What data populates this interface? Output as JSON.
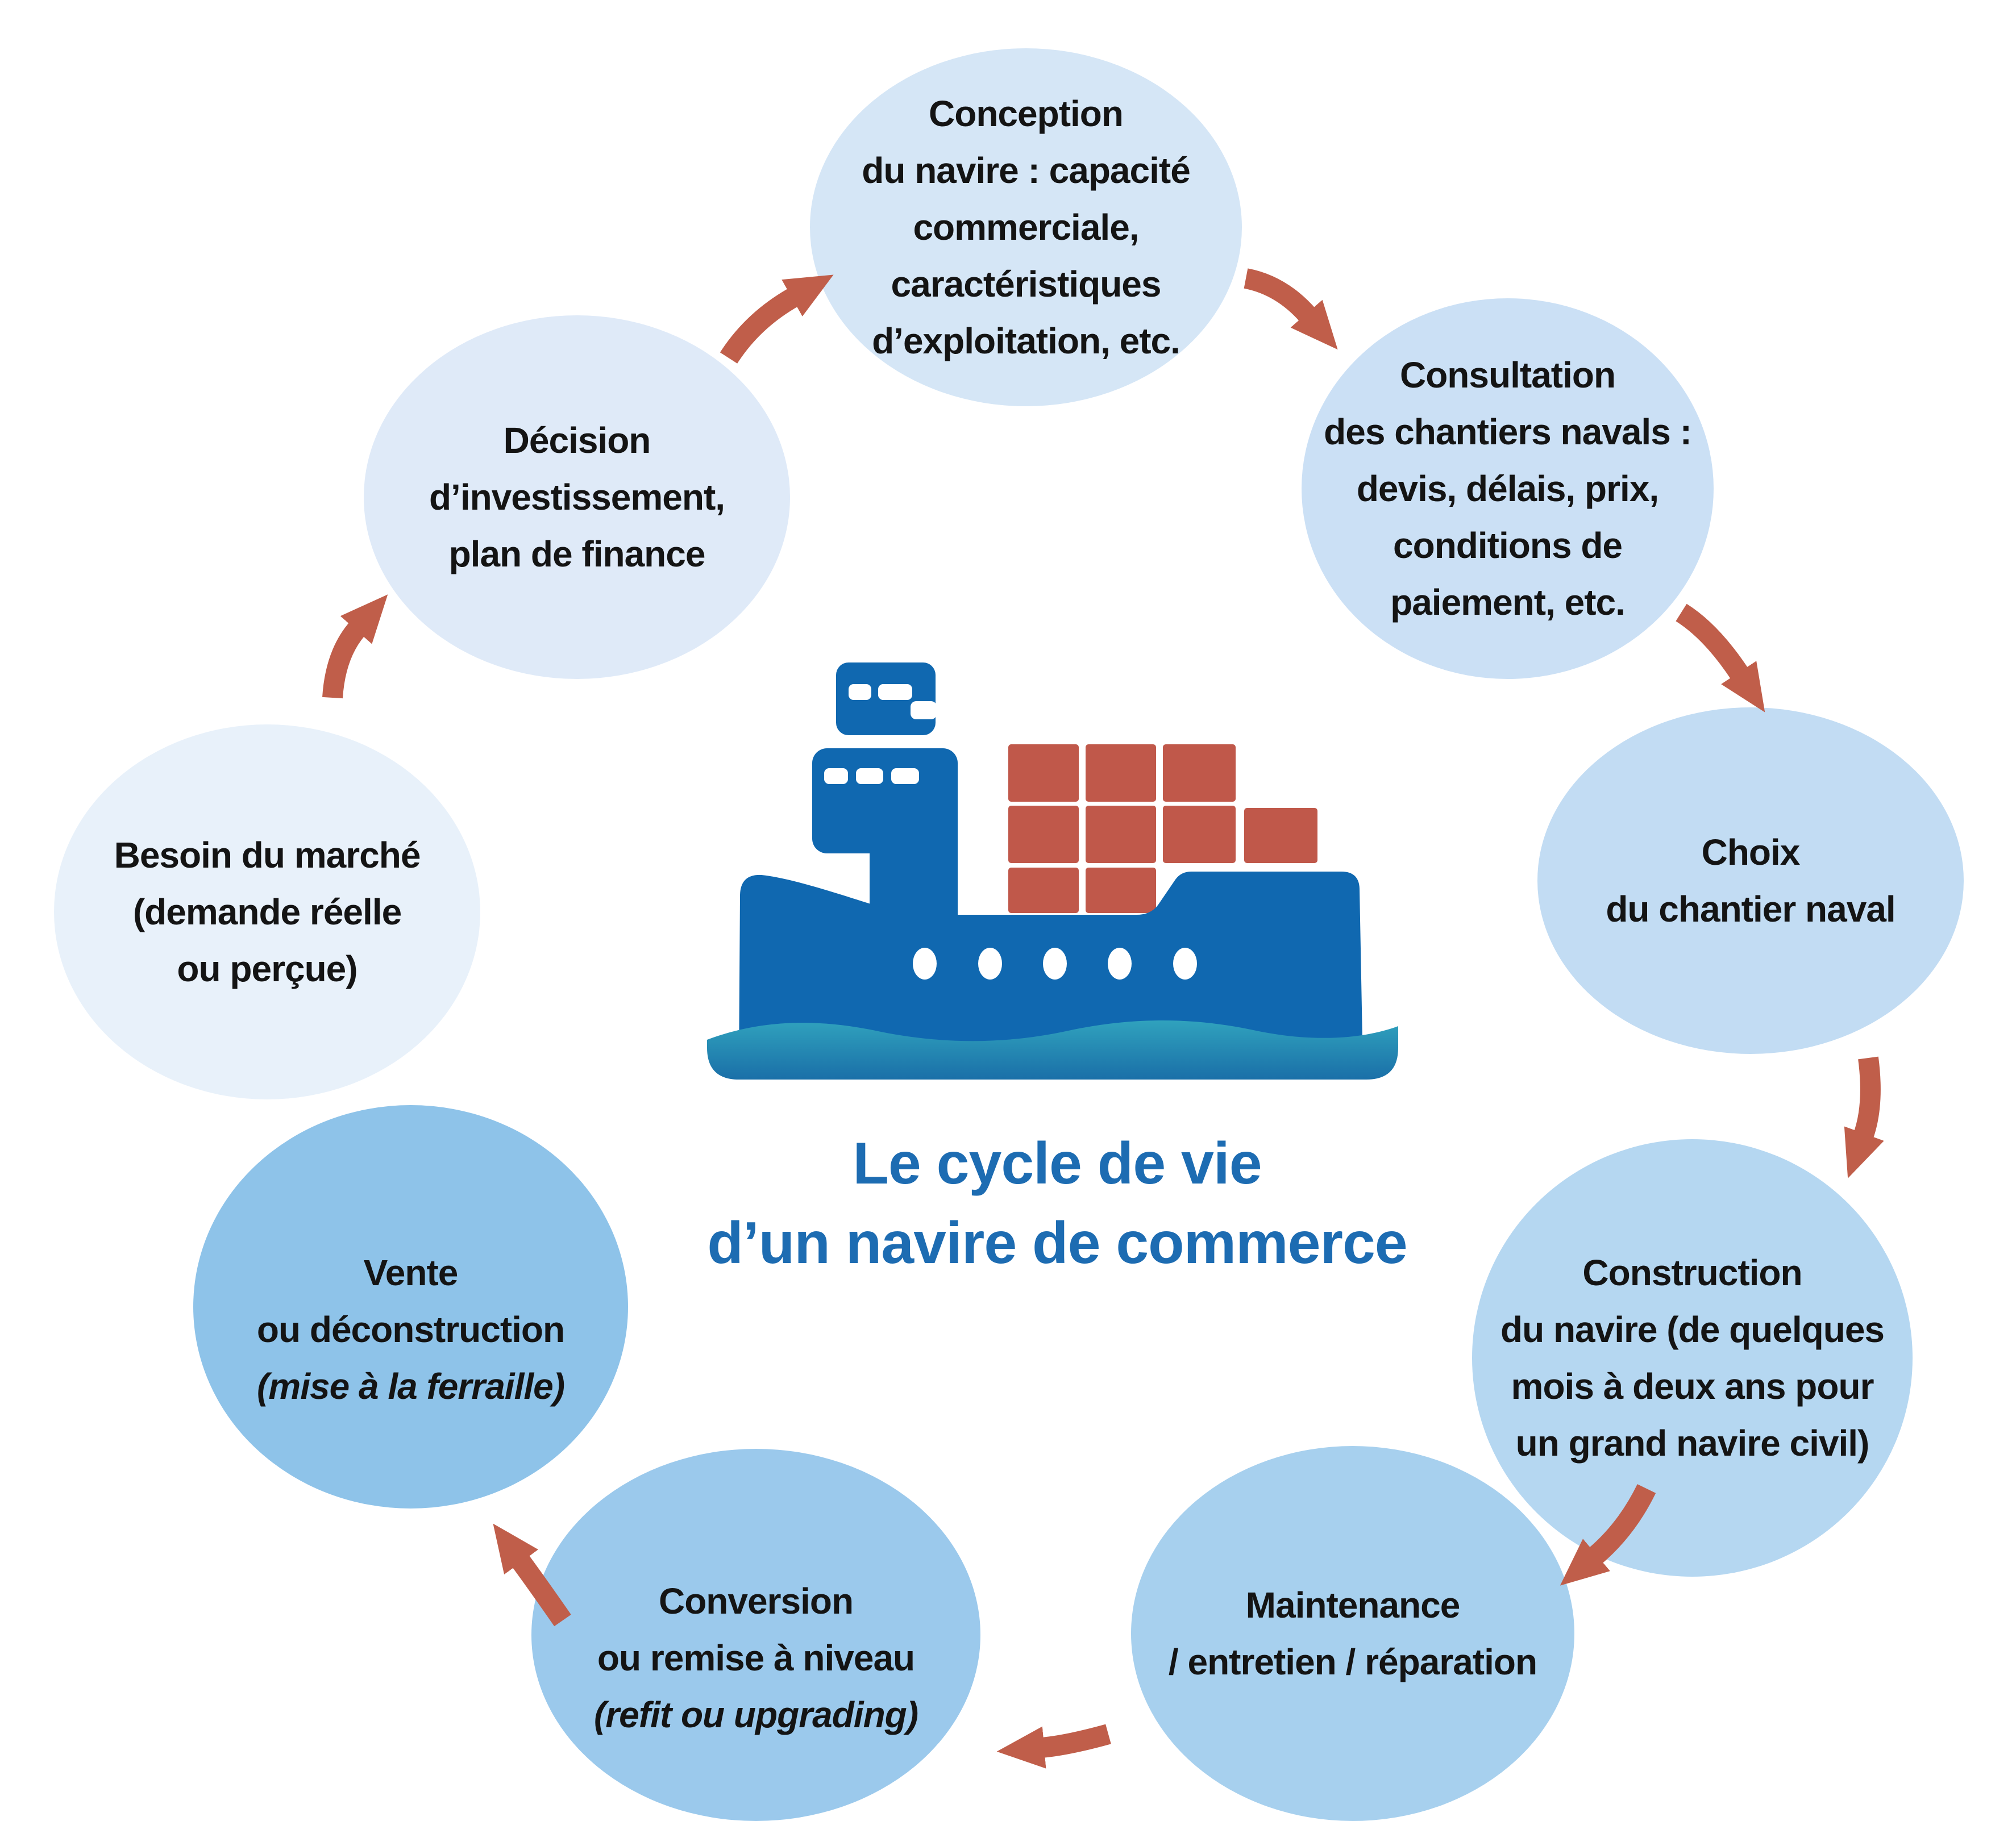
{
  "title": {
    "text": "Le cycle de vie\nd’un navire de commerce"
  },
  "stages": [
    {
      "id": "besoin",
      "label": "Besoin du marché\n(demande réelle\nou perçue)",
      "color": "#e8f1fa"
    },
    {
      "id": "decision",
      "label": "Décision\nd’investissement,\nplan de finance",
      "color": "#dfeaf8"
    },
    {
      "id": "conception",
      "label": "Conception\ndu navire : capacité\ncommerciale,\ncaractéristiques\nd’exploitation, etc.",
      "color": "#d5e6f6"
    },
    {
      "id": "consultation",
      "label": "Consultation\ndes chantiers navals :\ndevis, délais, prix,\nconditions de\npaiement, etc.",
      "color": "#cbe0f5"
    },
    {
      "id": "choix",
      "label": "Choix\ndu chantier naval",
      "color": "#c2dcf3"
    },
    {
      "id": "construction",
      "label": "Construction\ndu navire (de quelques\nmois à deux ans pour\nun grand navire civil)",
      "color": "#b5d7f1"
    },
    {
      "id": "maintenance",
      "label": "Maintenance\n/ entretien / réparation",
      "color": "#a7d0ee"
    },
    {
      "id": "conversion",
      "label": "Conversion\nou remise à niveau",
      "label_italic": "(refit ou upgrading)",
      "color": "#9bc9ec"
    },
    {
      "id": "vente",
      "label": "Vente\nou déconstruction",
      "label_italic": "(mise à la ferraille)",
      "color": "#8ec3e9"
    }
  ],
  "colors": {
    "arrow": "#c05e4a",
    "title": "#1d6cb2",
    "stage_text": "#141414",
    "ship_hull": "#1068b0",
    "container": "#c0584a",
    "porthole": "#ffffff",
    "water_top": "#30a2bd",
    "water_bottom": "#1a6fa8"
  }
}
